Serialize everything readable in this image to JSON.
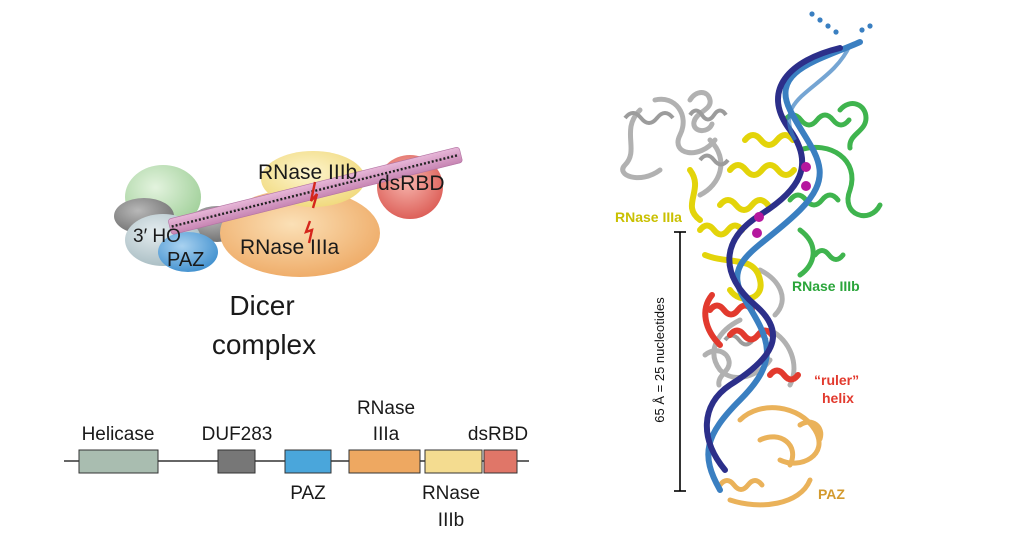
{
  "complex": {
    "caption_line1": "Dicer",
    "caption_line2": "complex",
    "label_3prime": "3′ HO",
    "label_paz": "PAZ",
    "label_rnase3b": "RNase IIIb",
    "label_rnase3a": "RNase IIIa",
    "label_dsrbd": "dsRBD",
    "colors": {
      "helicase_green": "#b9dcb3",
      "paz_blue": "#5ea7da",
      "rnase3a_orange": "#f2b777",
      "rnase3b_yellow": "#f5e190",
      "dsrbd_red": "#e06a66",
      "rna_pink": "#cf8fbc"
    }
  },
  "domain_map": {
    "labels": {
      "helicase": "Helicase",
      "duf283": "DUF283",
      "rnase3a_line1": "RNase",
      "rnase3a_line2": "IIIa",
      "dsrbd": "dsRBD",
      "paz": "PAZ",
      "rnase3b_line1": "RNase",
      "rnase3b_line2": "IIIb"
    },
    "colors": {
      "helicase": "#a9bdb0",
      "duf283": "#777777",
      "paz": "#4aa6db",
      "rnase3a": "#eea861",
      "rnase3b": "#f4dc90",
      "dsrbd": "#e07668"
    }
  },
  "structure": {
    "label_rnase3a": "RNase IIIa",
    "label_rnase3b": "RNase IIIb",
    "label_ruler_line1": "“ruler”",
    "label_ruler_line2": "helix",
    "label_paz": "PAZ",
    "label_distance": "65 Å = 25 nucleotides",
    "colors": {
      "rnase3a": "#c9c000",
      "rnase3b": "#2aa53a",
      "ruler": "#e23a2e",
      "paz": "#d39a2e",
      "strand_dark": "#2c2f8a",
      "strand_light": "#3a7fc1",
      "metal": "#b5179e"
    }
  }
}
